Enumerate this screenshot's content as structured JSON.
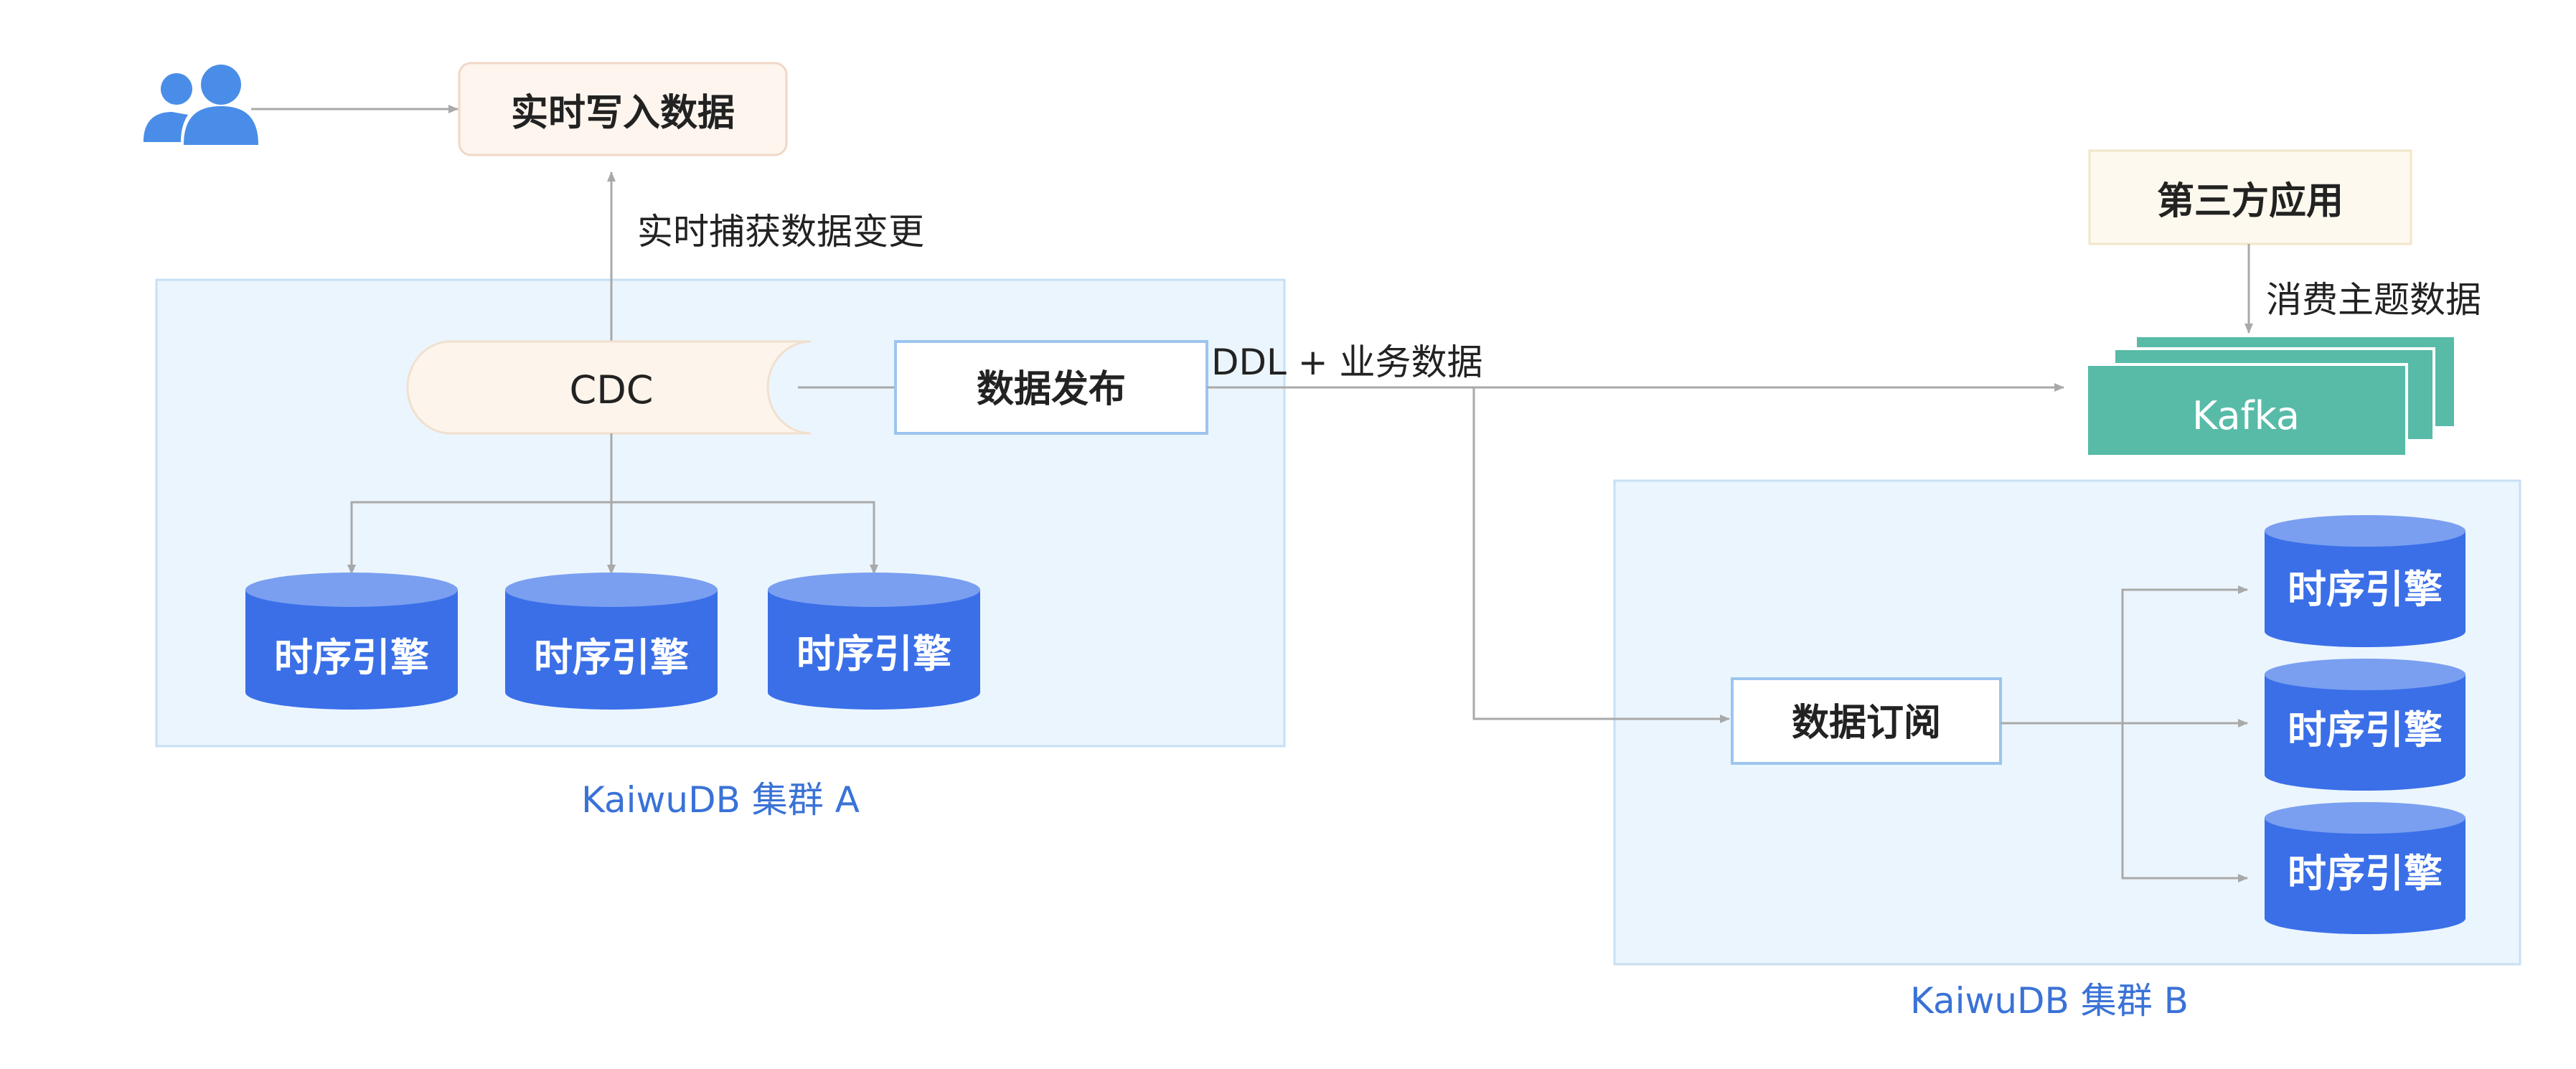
{
  "top": {
    "realtime_write": "实时写入数据",
    "capture_label": "实时捕获数据变更"
  },
  "cluster_a": {
    "label": "KaiwuDB 集群 A",
    "cdc": "CDC",
    "publish": "数据发布",
    "engines": [
      "时序引擎",
      "时序引擎",
      "时序引擎"
    ]
  },
  "flow": {
    "ddl_label": "DDL + 业务数据"
  },
  "third_party": {
    "app": "第三方应用",
    "consume_label": "消费主题数据",
    "kafka": "Kafka"
  },
  "cluster_b": {
    "label": "KaiwuDB 集群 B",
    "subscribe": "数据订阅",
    "engines": [
      "时序引擎",
      "时序引擎",
      "时序引擎"
    ]
  },
  "colors": {
    "cluster_bg": "#EBF5FD",
    "cluster_border": "#C8DFF3",
    "engine_blue": "#3A6FE8",
    "engine_top": "#7A9FF0",
    "kafka_green": "#57BBA8",
    "cluster_text": "#3A72D6",
    "arrow_gray": "#A9A9A9"
  },
  "icons": [
    "users-icon",
    "arrow-icon"
  ]
}
